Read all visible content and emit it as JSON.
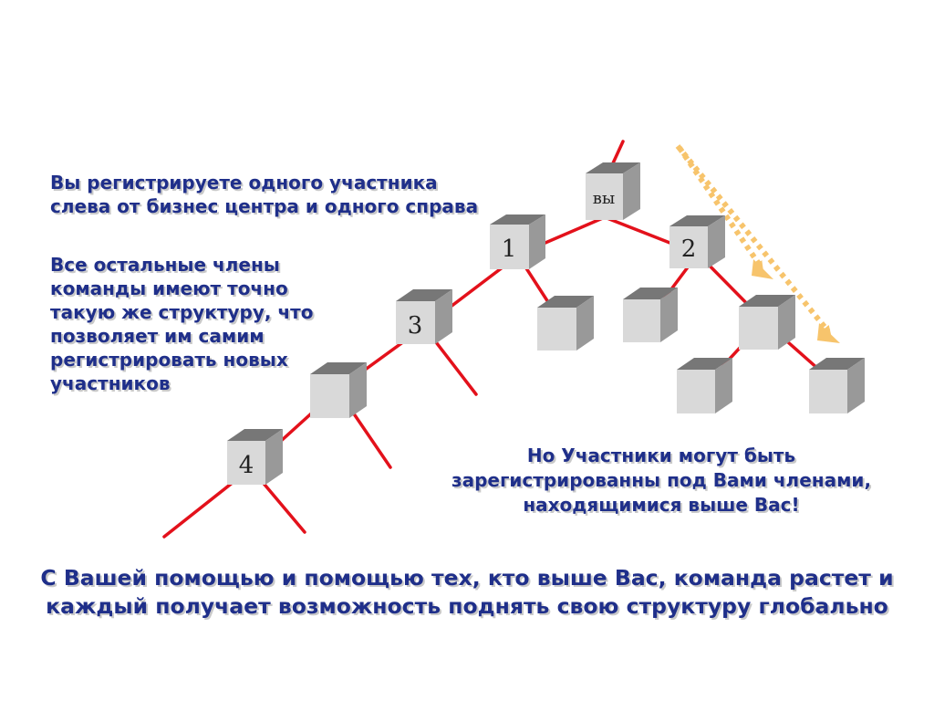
{
  "text": {
    "para1": "Вы регистрируете одного участника слева от бизнес центра и одного справа",
    "para2": "Все остальные члены команды имеют точно такую же структуру, что позволяет им самим регистрировать новых участников",
    "para3": "Но Участники могут быть зарегистрированны под Вами членами, находящимися выше Вас!",
    "para4": "С Вашей помощью и помощью тех, кто выше Вас, команда растет и каждый получает возможность поднять свою структуру глобально"
  },
  "nodes": {
    "you": "вы",
    "n1": "1",
    "n2": "2",
    "n3": "3",
    "n4": "4"
  },
  "colors": {
    "text": "#1f2f8a",
    "line": "#e3111b",
    "arrow": "#f7c46c"
  }
}
